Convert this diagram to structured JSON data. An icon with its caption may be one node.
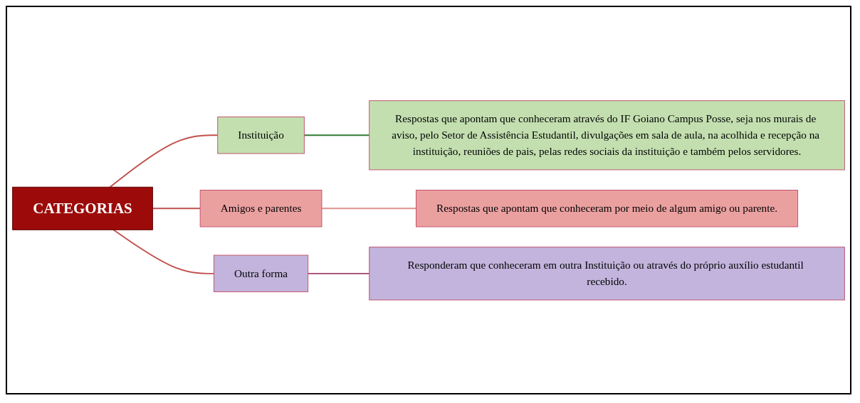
{
  "diagram": {
    "nodes": [
      {
        "text": [
          "CATEGORIAS"
        ]
      },
      {
        "text": [
          "Instituição"
        ]
      },
      {
        "text": [
          "Respostas que apontam que conheceram através do IF Goiano Campus Posse, seja nos murais de aviso, pelo Setor de Assistência Estudantil, divulgações em sala de aula, na acolhida e recepção na instituição, reuniões de pais, pelas redes sociais da instituição e também pelos servidores."
        ]
      },
      {
        "text": [
          "Amigos e parentes"
        ]
      },
      {
        "text": [
          "Respostas que apontam que conheceram por meio de algum amigo ou parente."
        ]
      },
      {
        "text": [
          "Outra forma"
        ]
      },
      {
        "text": [
          "Responderam que conheceram em outra Instituição ou através do próprio auxílio estudantil recebido."
        ]
      }
    ],
    "edges": [
      {
        "from": 0,
        "to": 1,
        "arrow": "none"
      },
      {
        "from": 0,
        "to": 3,
        "arrow": "none"
      },
      {
        "from": 0,
        "to": 5,
        "arrow": "none"
      },
      {
        "from": 1,
        "to": 2,
        "arrow": "none",
        "color": "#2e7d32"
      },
      {
        "from": 3,
        "to": 4,
        "arrow": "none",
        "color": "#e09090"
      },
      {
        "from": 5,
        "to": 6,
        "arrow": "none",
        "color": "#a04070"
      }
    ]
  }
}
